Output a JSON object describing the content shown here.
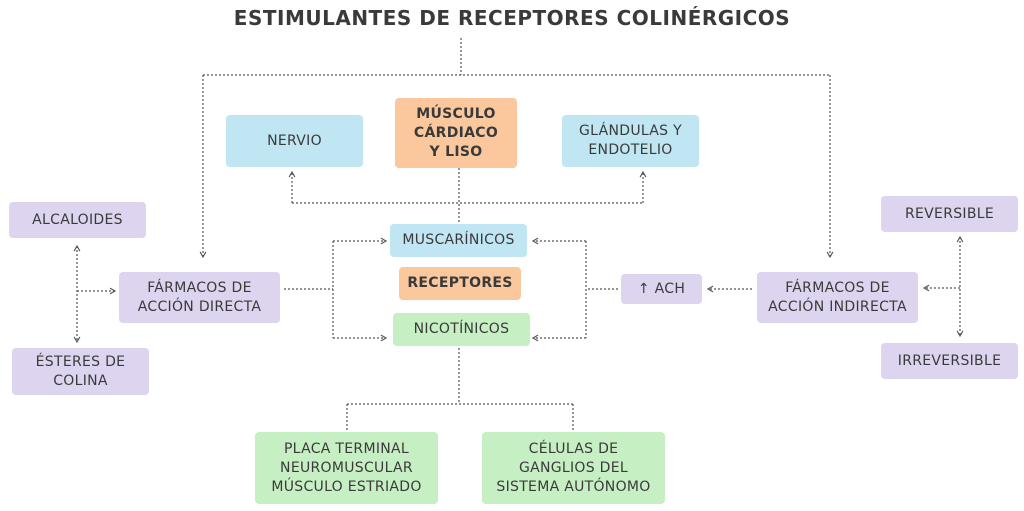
{
  "title": "ESTIMULANTES DE RECEPTORES COLINÉRGICOS",
  "nodes": {
    "nervio": "NERVIO",
    "musculo": "MÚSCULO\nCÁRDIACO\nY LISO",
    "glandulas": "GLÁNDULAS Y\nENDOTELIO",
    "alcaloides": "ALCALOIDES",
    "esteres": "ÉSTERES DE\nCOLINA",
    "accion_directa": "FÁRMACOS DE\nACCIÓN DIRECTA",
    "muscarinicos": "MUSCARÍNICOS",
    "receptores": "RECEPTORES",
    "nicotinicos": "NICOTÍNICOS",
    "ach": "↑ ACH",
    "accion_indirecta": "FÁRMACOS DE\nACCIÓN INDIRECTA",
    "reversible": "REVERSIBLE",
    "irreversible": "IRREVERSIBLE",
    "placa": "PLACA TERMINAL\nNEUROMUSCULAR\nMÚSCULO ESTRIADO",
    "celulas": "CÉLULAS DE\nGANGLIOS DEL\nSISTEMA AUTÓNOMO"
  },
  "colors": {
    "blue": "#bfe6f2",
    "orange": "#fbc89e",
    "purple": "#ddd5ef",
    "green": "#c7efc4",
    "connector": "#555555"
  }
}
